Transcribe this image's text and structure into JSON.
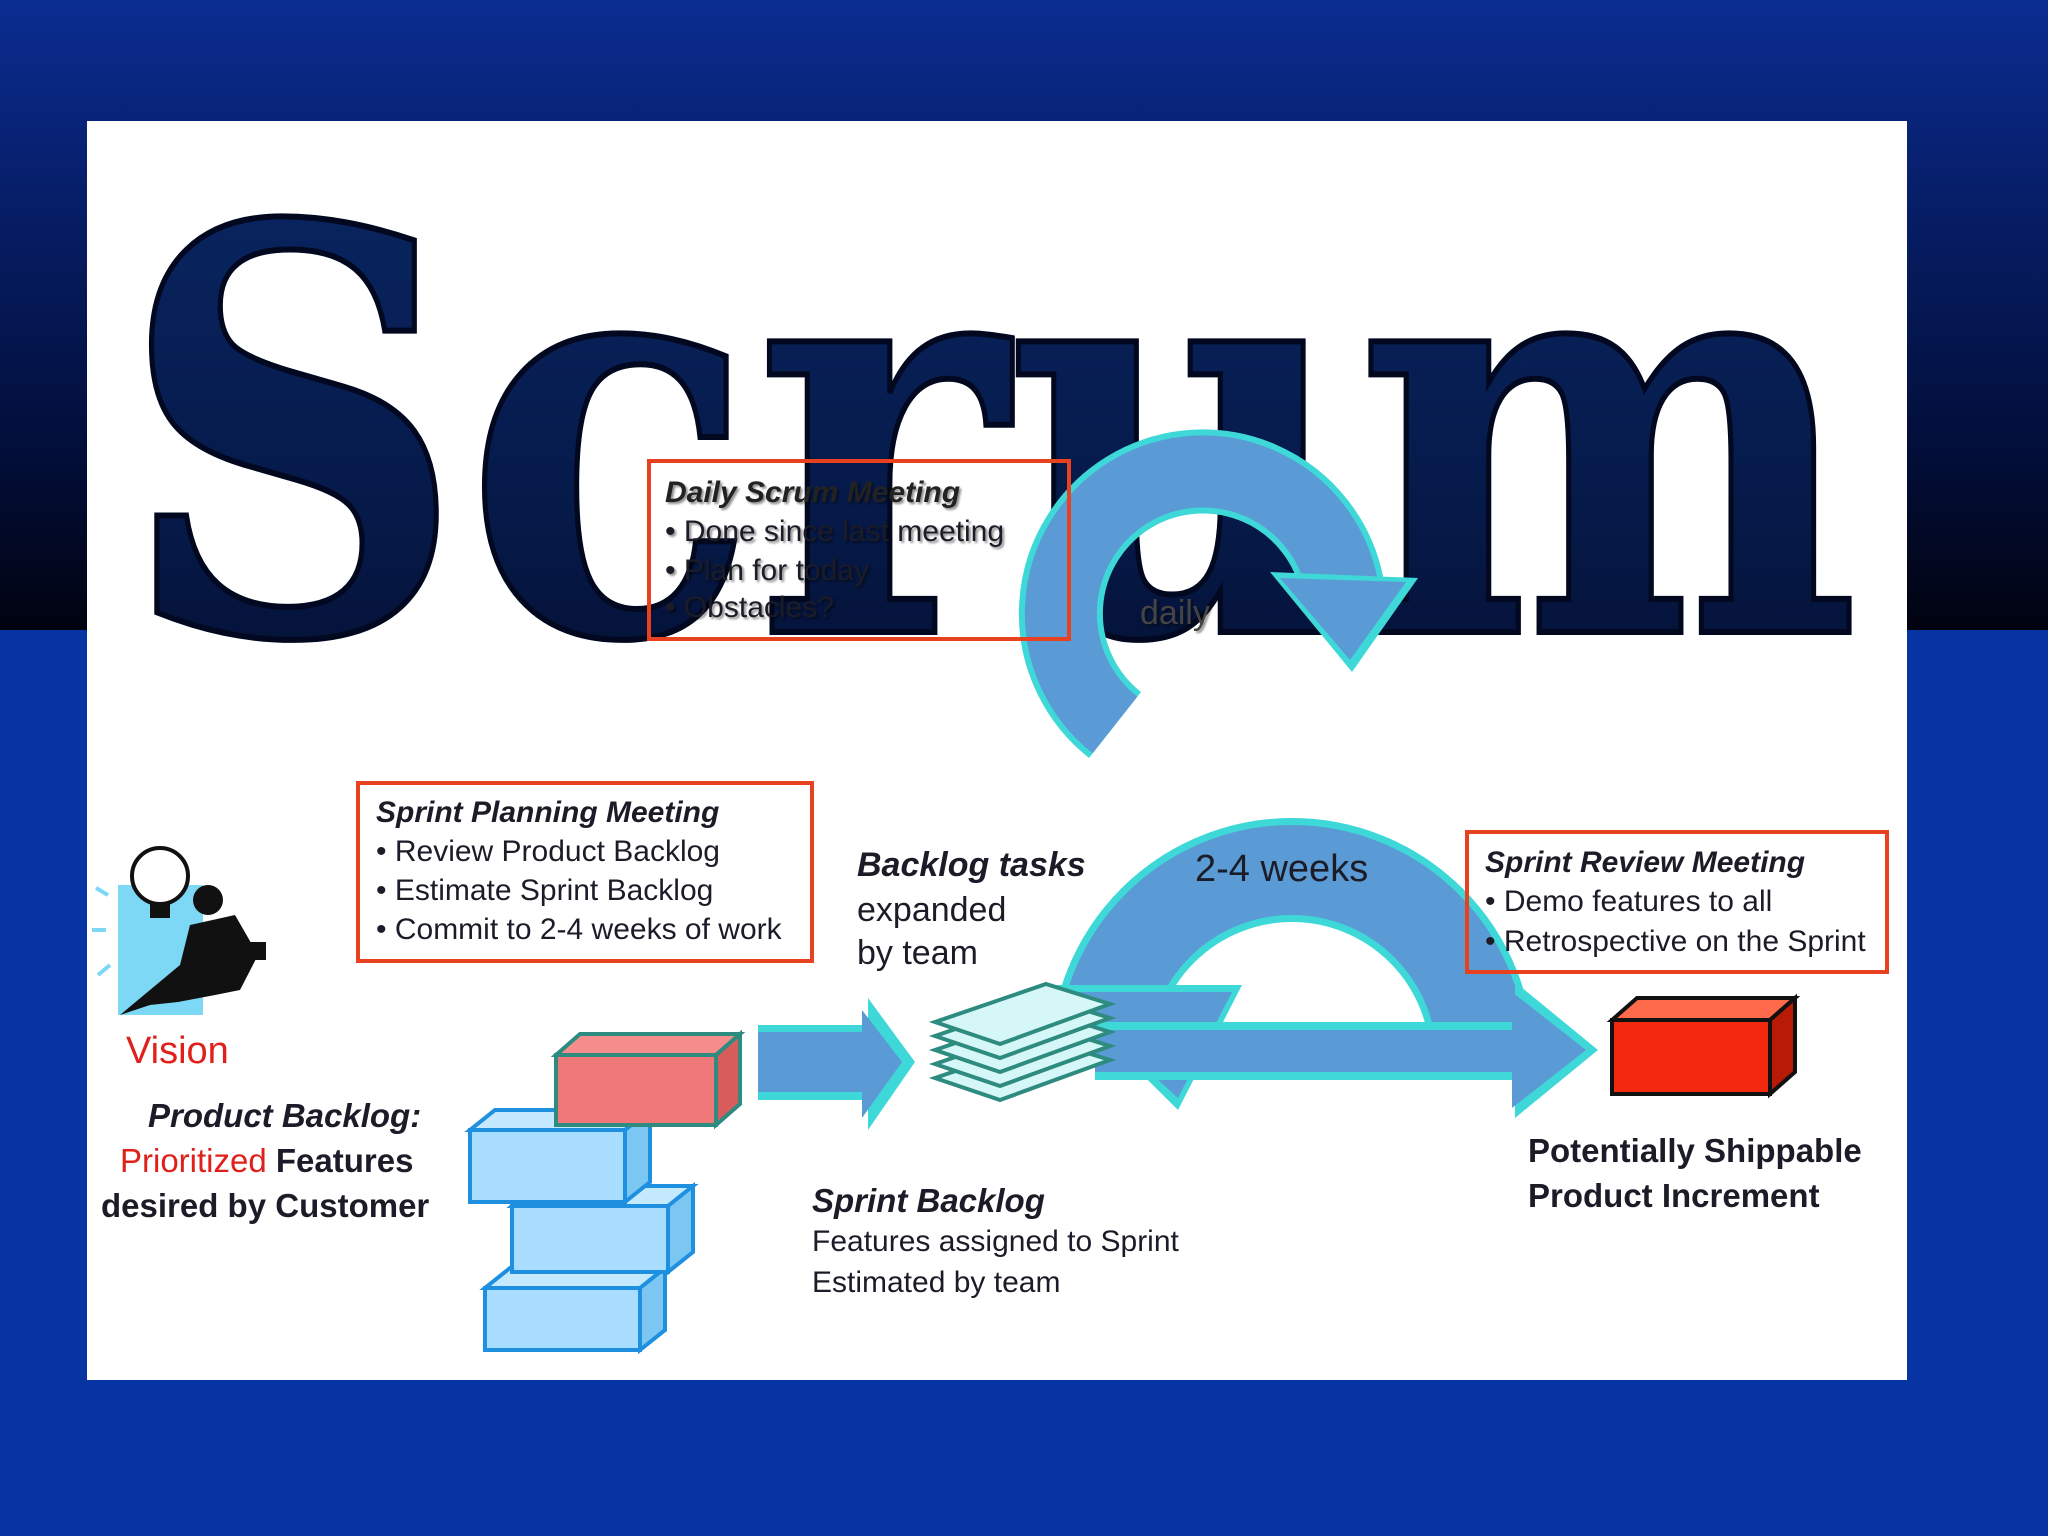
{
  "title": "Scrum",
  "daily_scrum": {
    "heading": "Daily Scrum Meeting",
    "items": [
      "Done since last meeting",
      "Plan for today",
      "Obstacles?"
    ]
  },
  "daily_label": "daily",
  "sprint_length_label": "2-4 weeks",
  "sprint_planning": {
    "heading": "Sprint Planning Meeting",
    "items": [
      "Review Product Backlog",
      "Estimate Sprint Backlog",
      "Commit to 2-4 weeks of work"
    ]
  },
  "backlog_tasks": {
    "heading": "Backlog tasks",
    "line1": "expanded",
    "line2": "by team"
  },
  "sprint_review": {
    "heading": "Sprint Review Meeting",
    "items": [
      "Demo features to all",
      "Retrospective on the Sprint"
    ]
  },
  "vision_label": "Vision",
  "product_backlog": {
    "heading": "Product Backlog:",
    "prioritized": "Prioritized",
    "features": " Features",
    "line3": "desired by Customer"
  },
  "sprint_backlog": {
    "heading": "Sprint Backlog",
    "line1": "Features assigned to Sprint",
    "line2": "Estimated by team"
  },
  "increment": {
    "line1": "Potentially Shippable",
    "line2": "Product Increment"
  },
  "colors": {
    "box_border": "#e8411f",
    "vision_red": "#e0201a",
    "arrow_blue": "#5b9bd5",
    "arrow_cyan": "#3ed8d8",
    "title_navy": "#061a4a"
  }
}
